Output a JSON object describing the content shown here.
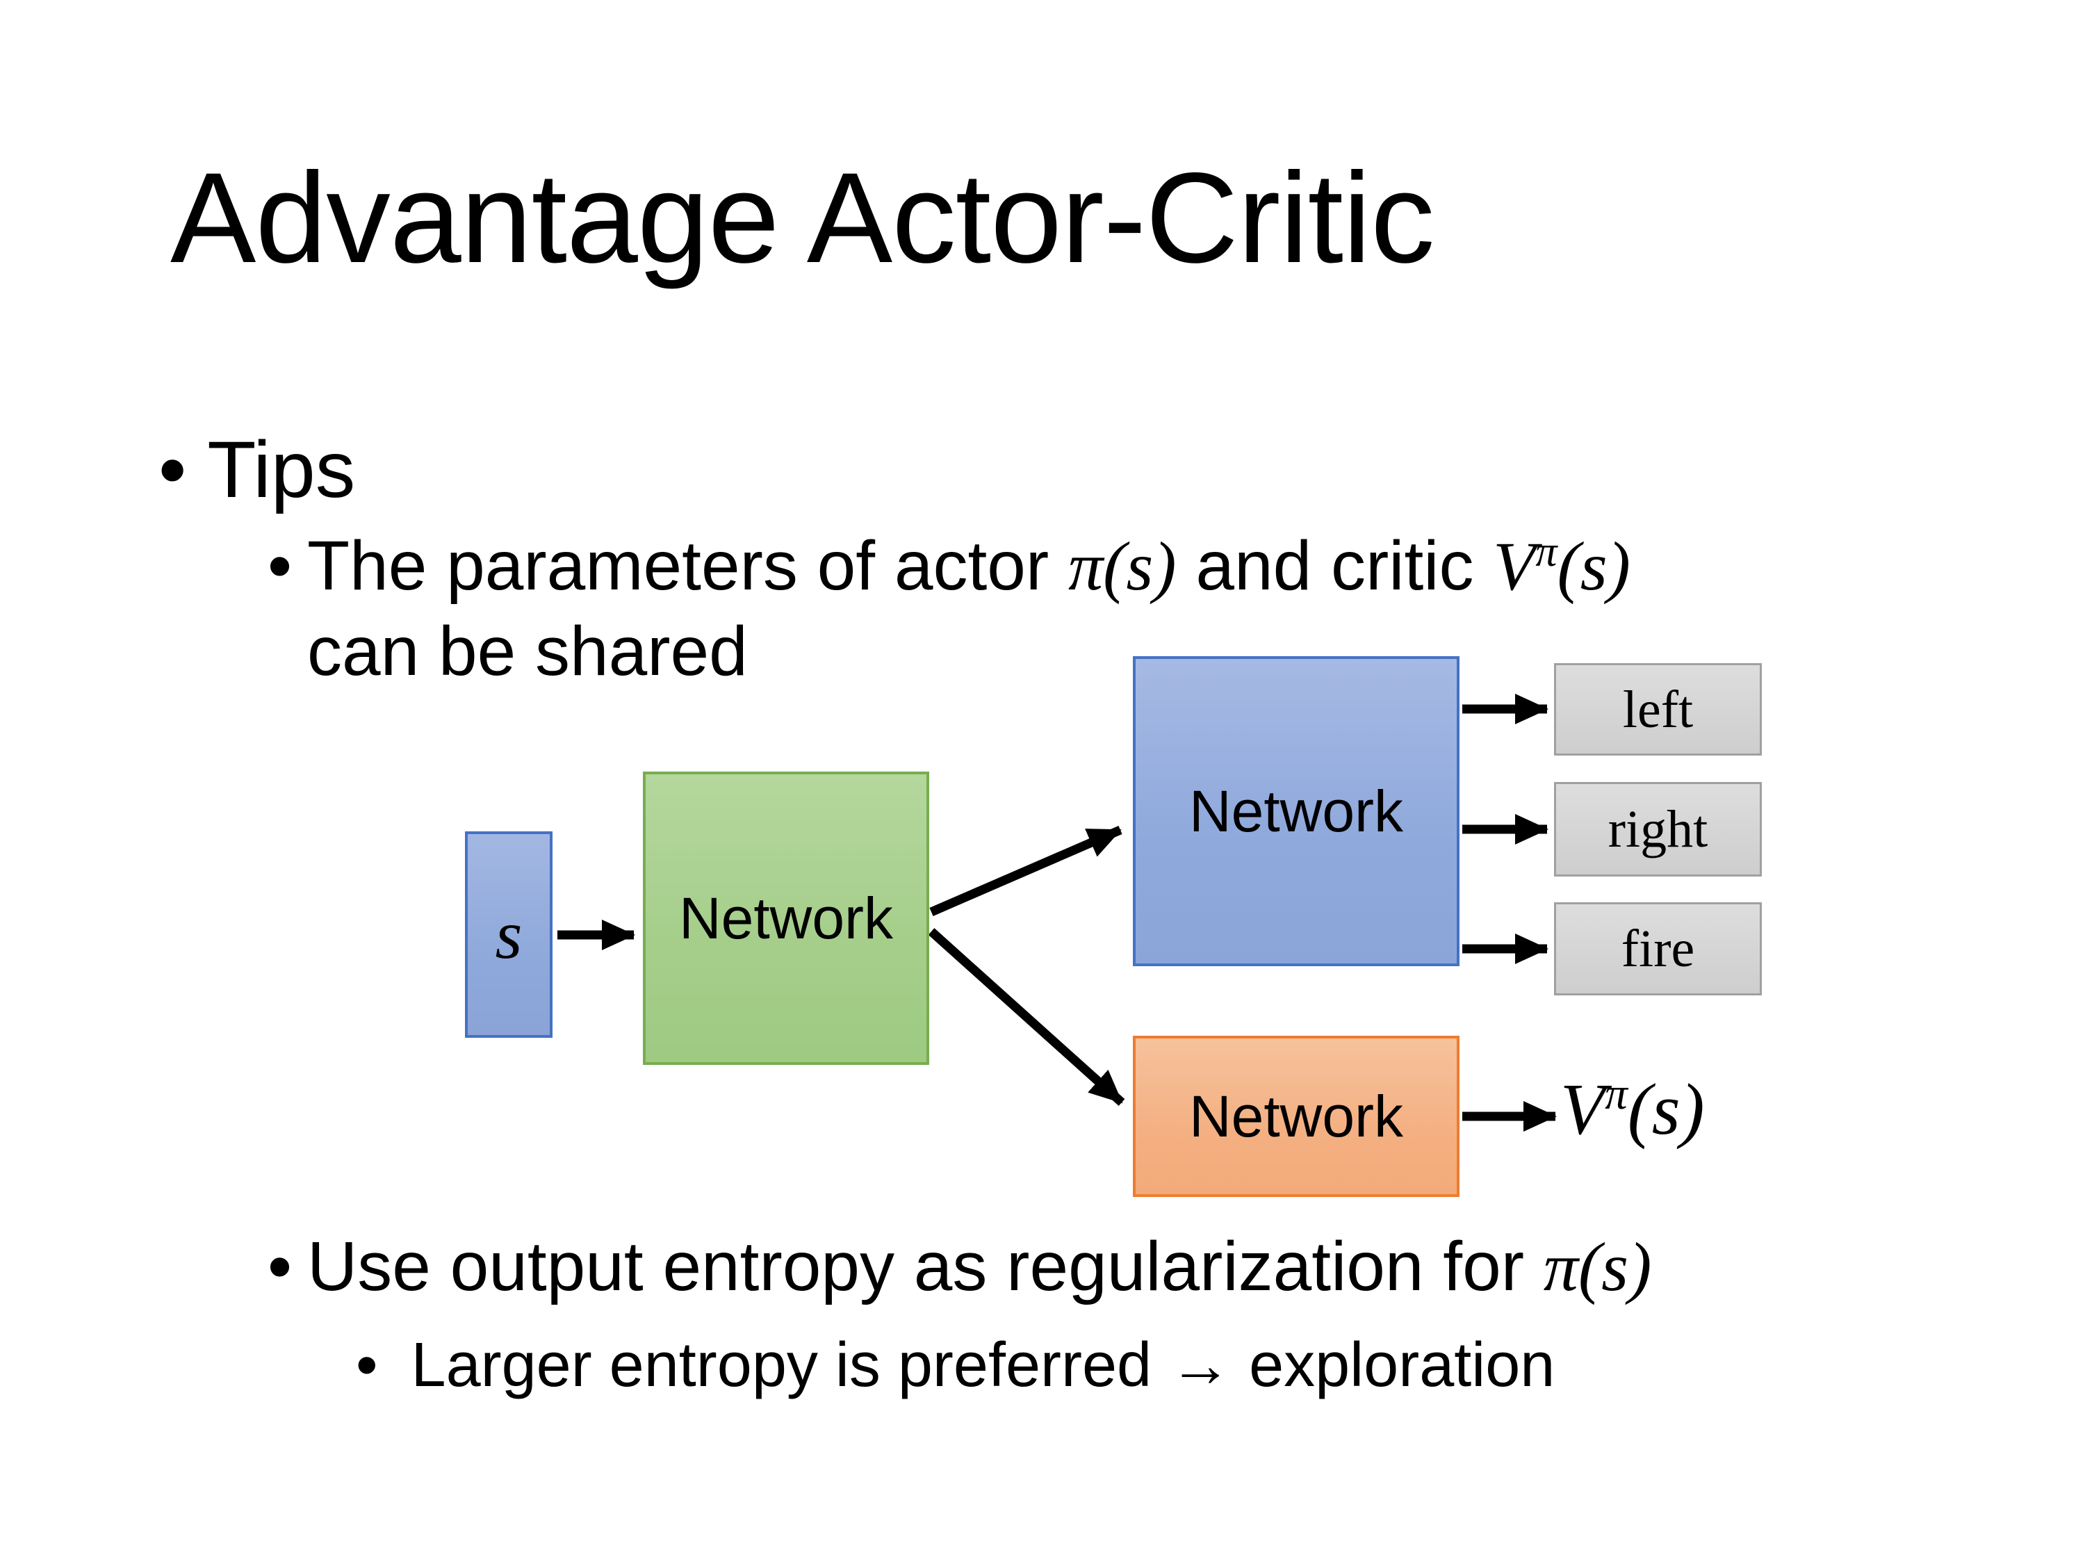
{
  "bullet_char": "•",
  "title": "Advantage Actor-Critic",
  "tips": {
    "label": "Tips"
  },
  "shared_point": {
    "text_before_actor": "The parameters of actor ",
    "actor_pi": "π(s)",
    "text_between": " and critic ",
    "critic_v": "V",
    "critic_sup_pi": "π",
    "critic_args": "(s)",
    "line2": "can be shared"
  },
  "entropy_point": {
    "text_before": "Use output entropy as regularization for ",
    "pi": "π(s)"
  },
  "exploration_point": {
    "text": "Larger entropy is preferred → exploration"
  },
  "diagram": {
    "state_label": "s",
    "shared_network_label": "Network",
    "actor_network_label": "Network",
    "critic_network_label": "Network",
    "actions": [
      "left",
      "right",
      "fire"
    ],
    "value_v": "V",
    "value_sup_pi": "π",
    "value_args": "(s)",
    "colors": {
      "state_fill": "#8FAADC",
      "state_border": "#4472C4",
      "shared_fill": "#A9D18E",
      "shared_border": "#77AD4F",
      "actor_fill": "#8FAADC",
      "actor_border": "#4472C4",
      "critic_fill": "#F4B183",
      "critic_border": "#ED7D31",
      "action_fill": "#D6D6D6",
      "action_border": "#A0A0A0",
      "arrow": "#000000",
      "text": "#000000"
    }
  }
}
